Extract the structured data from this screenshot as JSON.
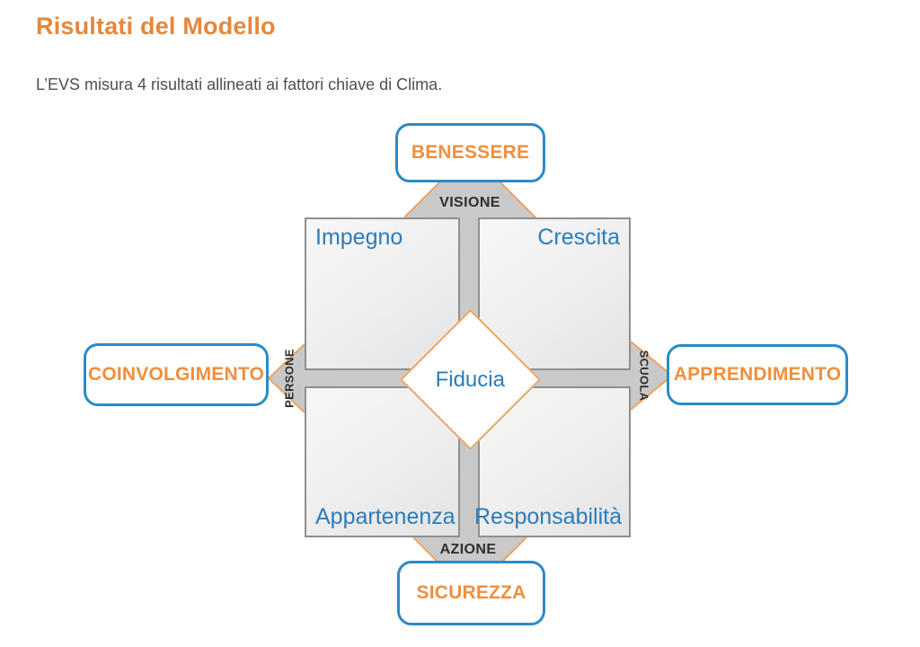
{
  "page": {
    "title": "Risultati del Modello",
    "subtitle": "L’EVS misura 4 risultati allineati ai fattori chiave di Clima."
  },
  "diagram": {
    "center": {
      "label": "Fiducia"
    },
    "quadrants": [
      {
        "position": "top-left",
        "label": "Impegno"
      },
      {
        "position": "top-right",
        "label": "Crescita"
      },
      {
        "position": "bottom-left",
        "label": "Appartenenza"
      },
      {
        "position": "bottom-right",
        "label": "Responsabilità"
      }
    ],
    "outcomes": [
      {
        "position": "top",
        "label": "BENESSERE"
      },
      {
        "position": "left",
        "label": "COINVOLGIMENTO"
      },
      {
        "position": "right",
        "label": "APPRENDIMENTO"
      },
      {
        "position": "bottom",
        "label": "SICUREZZA"
      }
    ],
    "factors": [
      {
        "position": "top",
        "label": "VISIONE"
      },
      {
        "position": "left",
        "label": "PERSONE"
      },
      {
        "position": "right",
        "label": "SCUOLA"
      },
      {
        "position": "bottom",
        "label": "AZIONE"
      }
    ],
    "colors": {
      "title_orange": "#e6873b",
      "box_text_orange": "#ee8f3e",
      "box_border_blue": "#2b8bc6",
      "quadrant_text_blue": "#2d7cb8",
      "band_gray": "#c9c9c9",
      "triangle_edge_orange": "#efa360",
      "factor_text": "#2e2e2e",
      "subtitle_gray": "#4f4f4f"
    }
  }
}
